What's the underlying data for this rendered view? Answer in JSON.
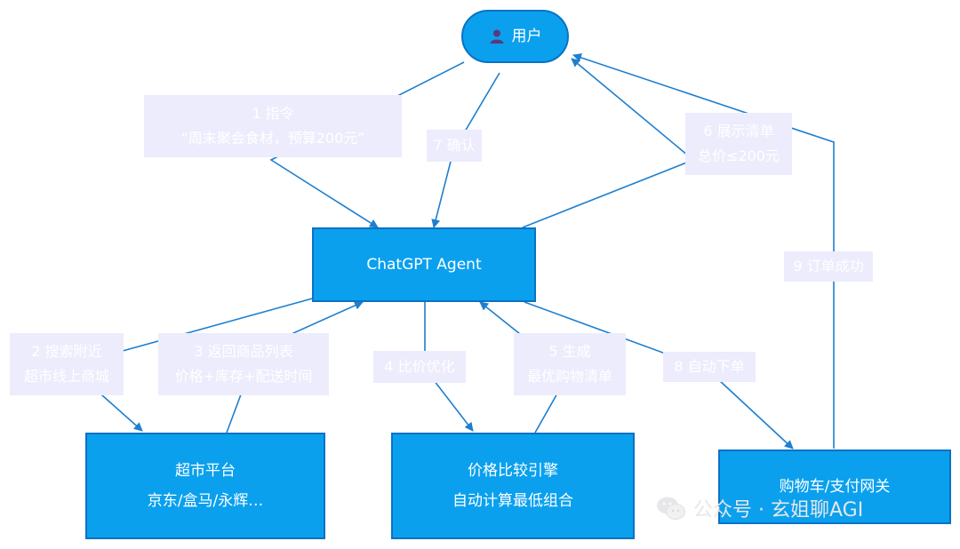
{
  "nodes": {
    "user": {
      "label": "用户",
      "icon": "user-icon"
    },
    "agent": {
      "label": "ChatGPT Agent"
    },
    "supermarket": {
      "line1": "超市平台",
      "line2": "京东/盒马/永辉…"
    },
    "engine": {
      "line1": "价格比较引擎",
      "line2": "自动计算最低组合"
    },
    "cart": {
      "label": "购物车/支付网关"
    }
  },
  "edges": {
    "e1": {
      "line1": "1 指令",
      "line2": "“周末聚会食材，预算200元”"
    },
    "e2": {
      "line1": "2 搜索附近",
      "line2": "超市线上商城"
    },
    "e3": {
      "line1": "3 返回商品列表",
      "line2": "价格+库存+配送时间"
    },
    "e4": {
      "line1": "4 比价优化"
    },
    "e5": {
      "line1": "5 生成",
      "line2": "最优购物清单"
    },
    "e6": {
      "line1": "6 展示清单",
      "line2": "总价≤200元"
    },
    "e7": {
      "line1": "7 确认"
    },
    "e8": {
      "line1": "8 自动下单"
    },
    "e9": {
      "line1": "9 订单成功"
    }
  },
  "watermark": {
    "text": "公众号 · 玄姐聊AGI",
    "icon": "wechat-icon"
  },
  "colors": {
    "node_fill": "#0aa0ee",
    "node_border": "#0a72c4",
    "edge": "#1e7fcf",
    "label_bg": "#ececfd"
  }
}
